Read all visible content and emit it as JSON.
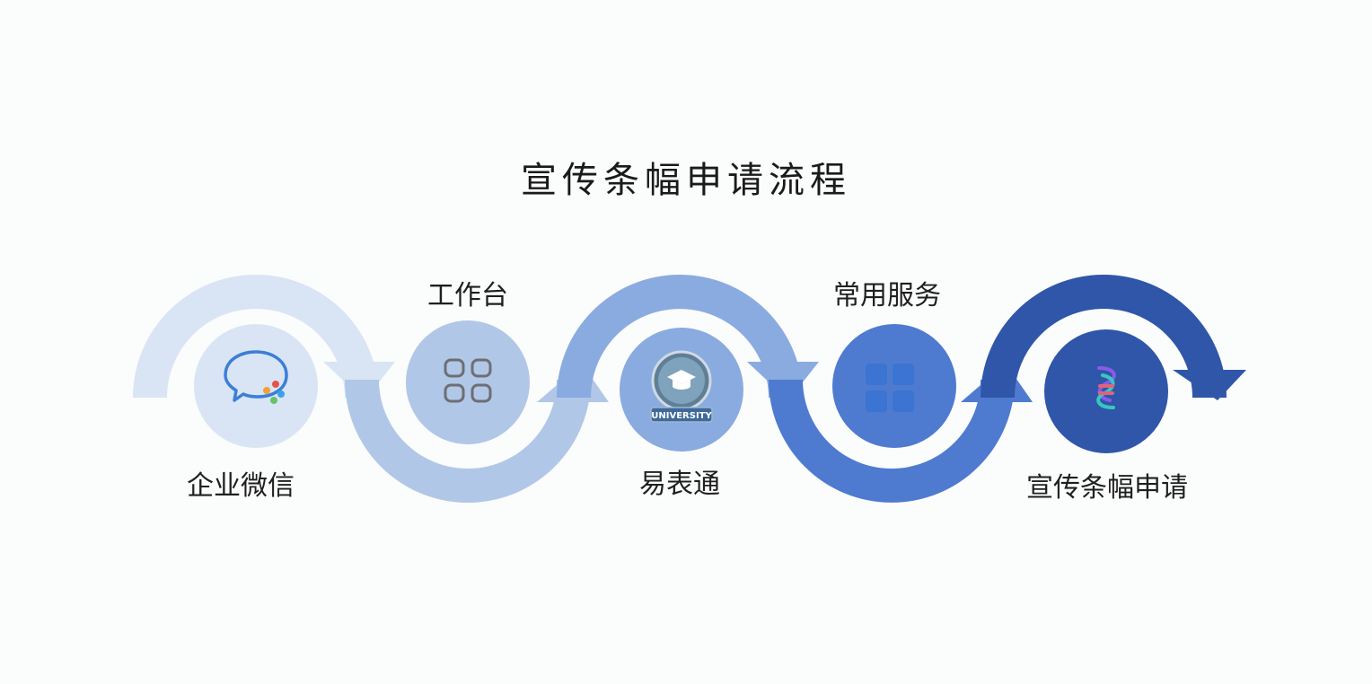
{
  "title": "宣传条幅申请流程",
  "steps": [
    {
      "label": "企业微信",
      "icon": "wecom-chat-icon",
      "color": "#d9e5f4"
    },
    {
      "label": "工作台",
      "icon": "grid-outline-icon",
      "color": "#b1c7e7"
    },
    {
      "label": "易表通",
      "icon": "university-badge-icon",
      "color": "#8aabe0"
    },
    {
      "label": "常用服务",
      "icon": "grid-filled-icon",
      "color": "#4e7bd0"
    },
    {
      "label": "宣传条幅申请",
      "icon": "helix-app-icon",
      "color": "#2f56a8"
    }
  ]
}
